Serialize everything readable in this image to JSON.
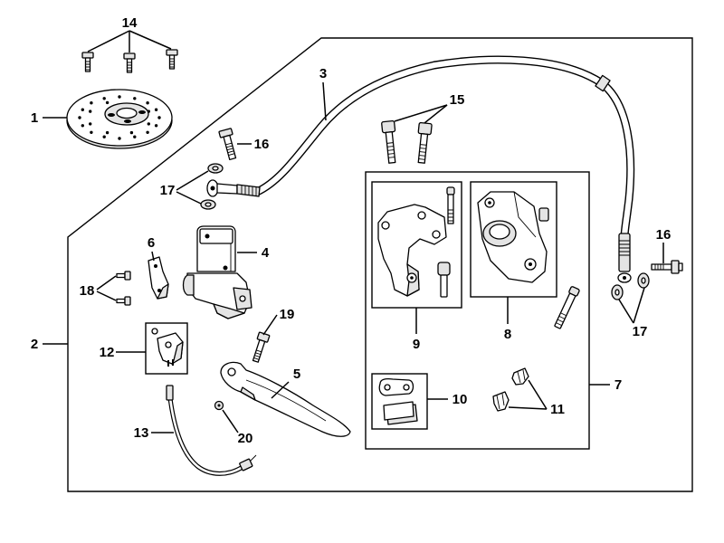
{
  "callouts": {
    "c1": "1",
    "c2": "2",
    "c3": "3",
    "c4": "4",
    "c5": "5",
    "c6": "6",
    "c7": "7",
    "c8": "8",
    "c9": "9",
    "c10": "10",
    "c11": "11",
    "c12": "12",
    "c13": "13",
    "c14": "14",
    "c15": "15",
    "c16_left": "16",
    "c16_right": "16",
    "c17_left": "17",
    "c17_right": "17",
    "c18": "18",
    "c19": "19",
    "c20": "20"
  },
  "colors": {
    "line": "#000000",
    "background": "#ffffff",
    "part_shade": "#e4e4e4"
  }
}
